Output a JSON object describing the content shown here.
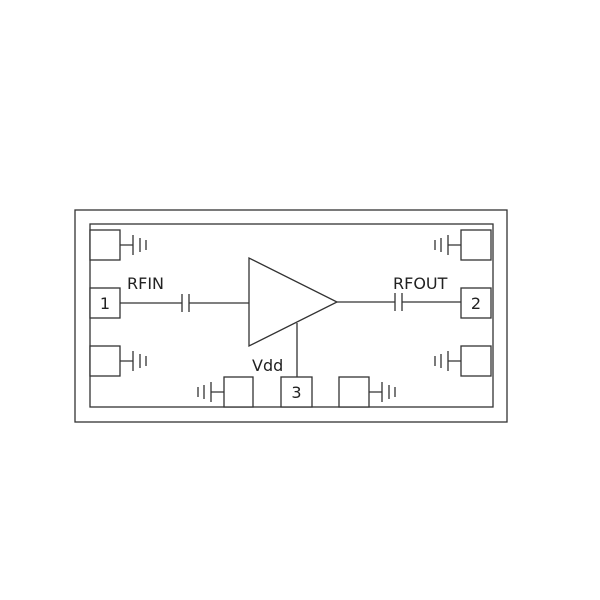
{
  "diagram": {
    "type": "amplifier pinout block diagram",
    "labels": {
      "rf_in": "RFIN",
      "rf_out": "RFOUT",
      "vdd": "Vdd"
    },
    "pins": [
      {
        "number": "1",
        "function": "RFIN"
      },
      {
        "number": "2",
        "function": "RFOUT"
      },
      {
        "number": "3",
        "function": "Vdd"
      }
    ],
    "ground_pads": 6,
    "colors": {
      "line": "#333333",
      "background": "#ffffff"
    }
  }
}
